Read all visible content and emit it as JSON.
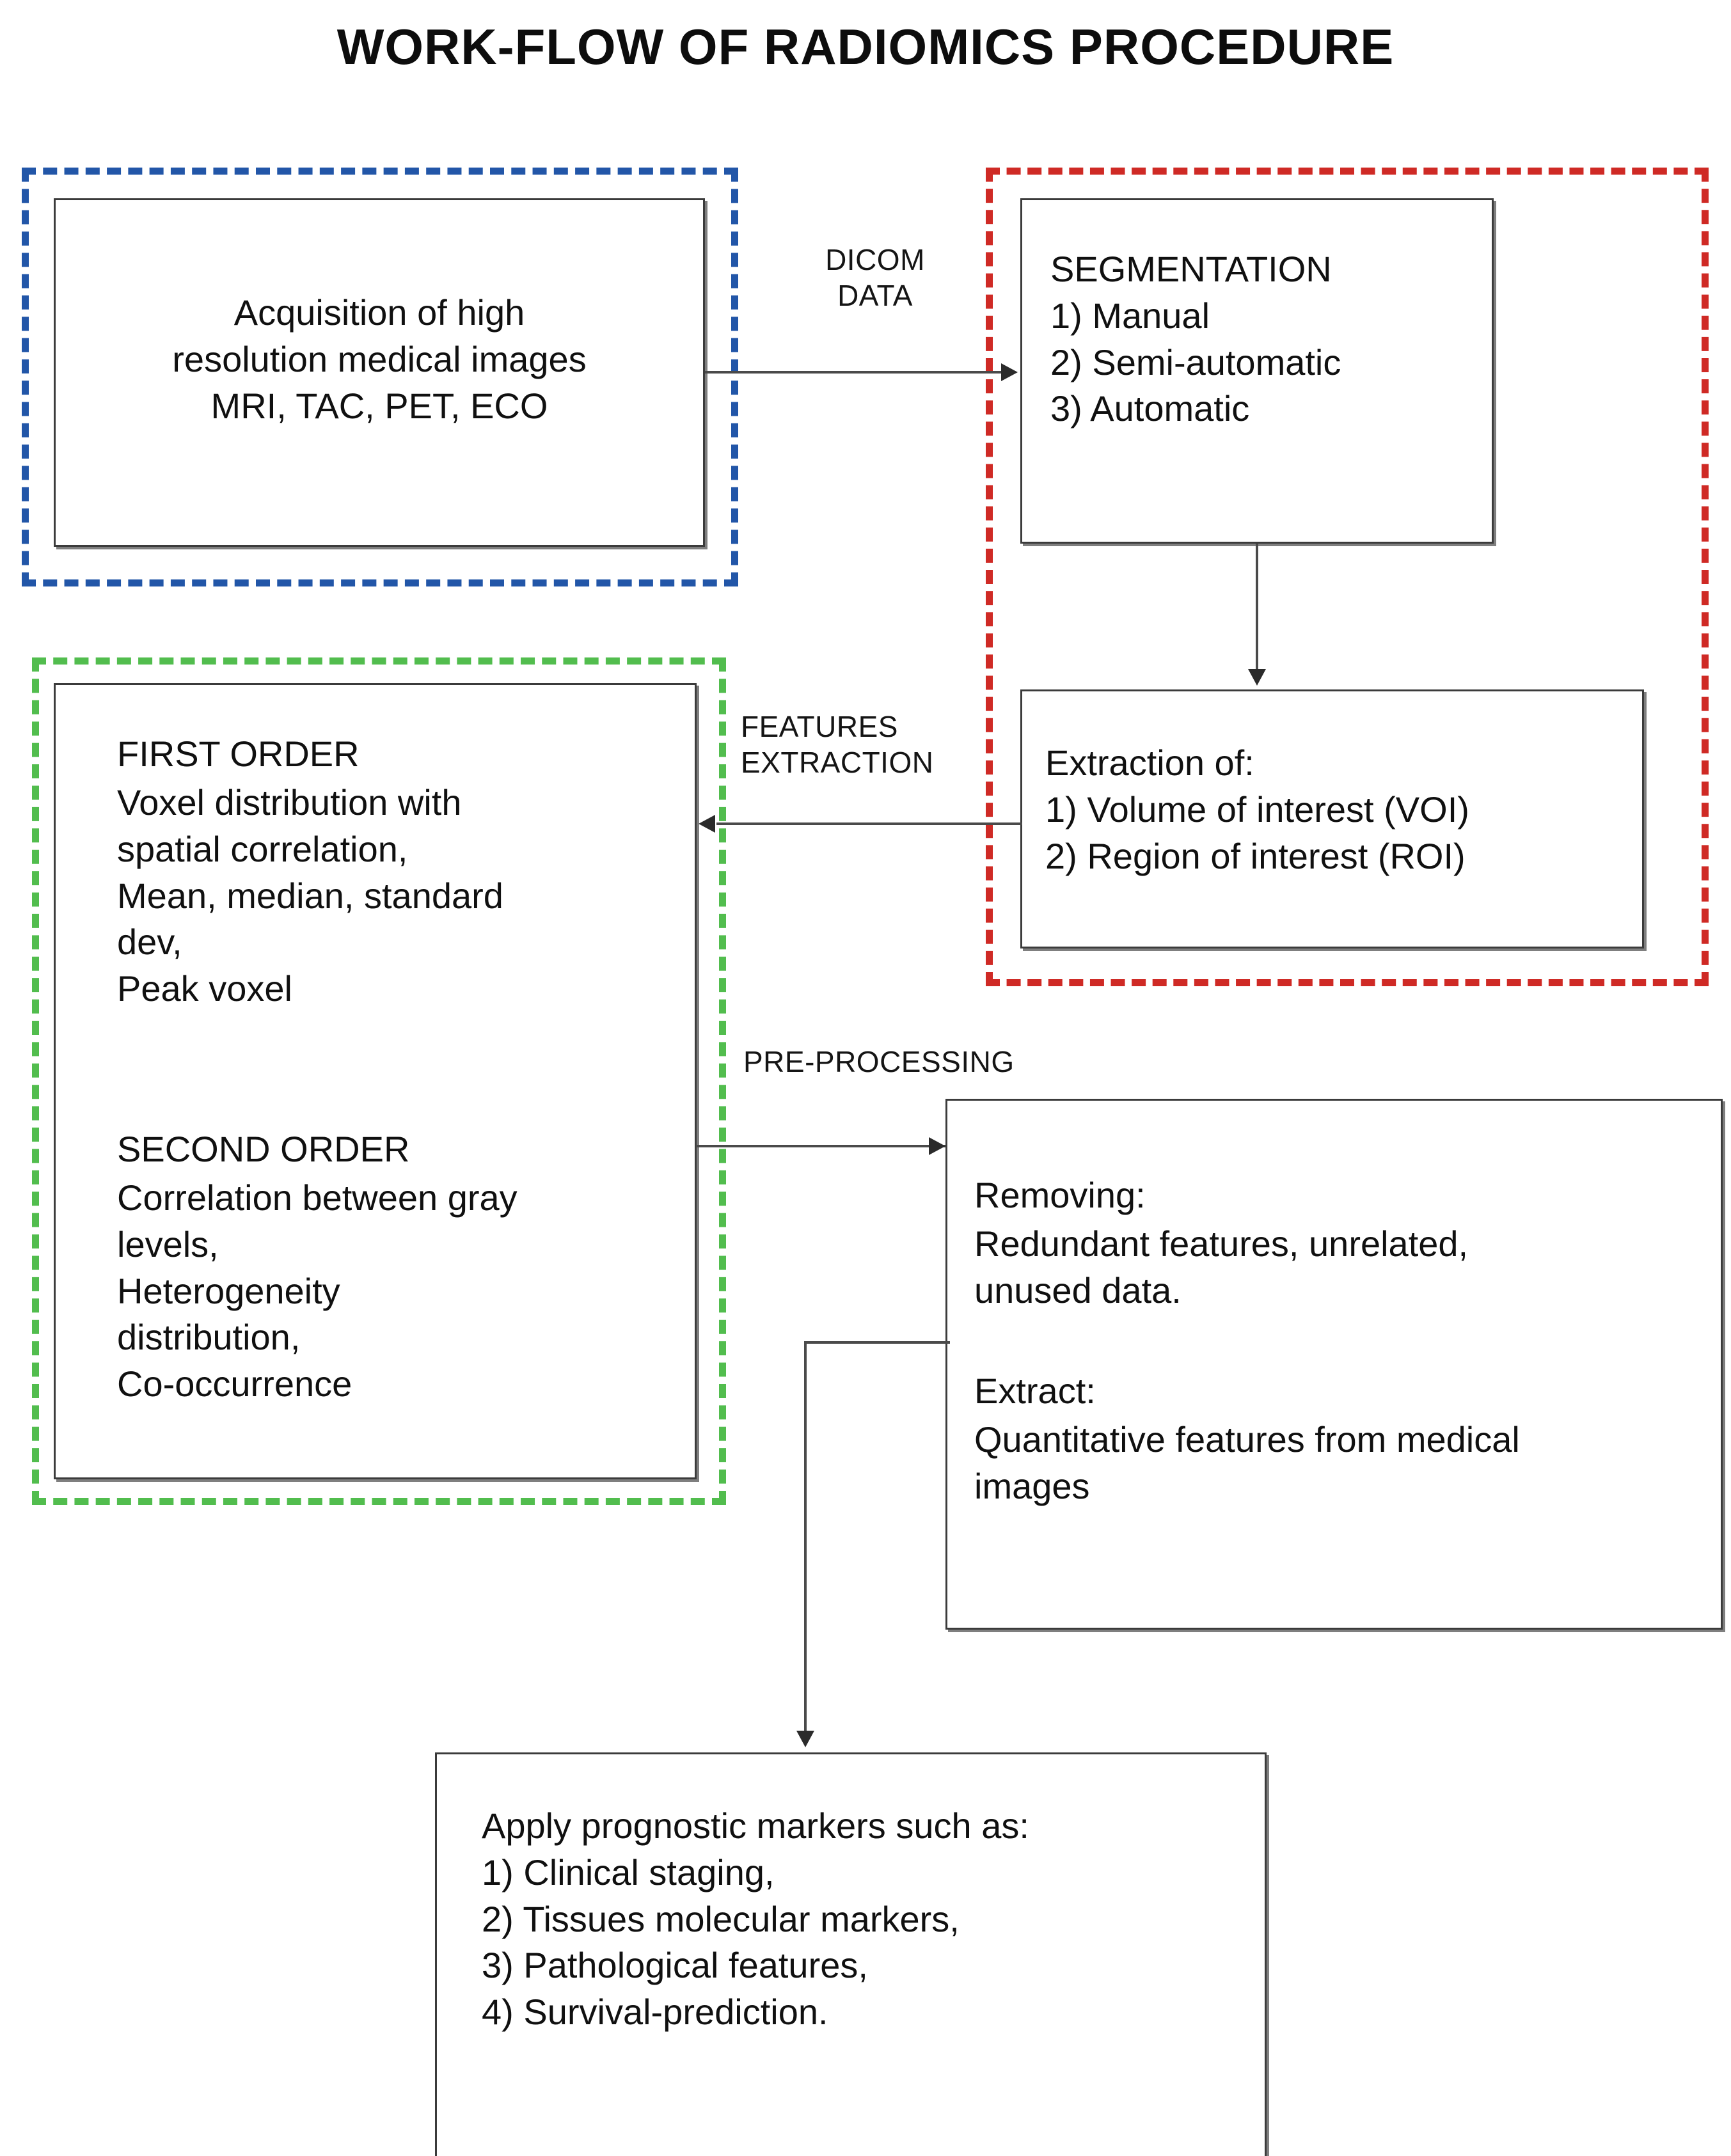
{
  "title": "WORK-FLOW OF RADIOMICS PROCEDURE",
  "groups": {
    "acquisition": {
      "color": "#2256a8"
    },
    "segmentation": {
      "color": "#cf2a25"
    },
    "features": {
      "color": "#52bd4e"
    }
  },
  "nodes": {
    "acquisition": {
      "text": "Acquisition of high\nresolution medical images\nMRI, TAC, PET, ECO"
    },
    "segmentation": {
      "text": "SEGMENTATION\n1) Manual\n2) Semi-automatic\n3) Automatic"
    },
    "extraction": {
      "text": "Extraction of:\n1) Volume of interest (VOI)\n2) Region of interest  (ROI)"
    },
    "first_order": {
      "heading": "FIRST ORDER",
      "text": "Voxel distribution with\nspatial correlation,\nMean, median, standard\ndev,\nPeak voxel"
    },
    "second_order": {
      "heading": "SECOND ORDER",
      "text": "Correlation between gray\nlevels,\nHeterogeneity\ndistribution,\nCo-occurrence"
    },
    "preprocessing": {
      "removing_heading": "Removing:",
      "removing_text": "Redundant features, unrelated,\nunused data.",
      "extract_heading": "Extract:",
      "extract_text": "Quantitative features from medical\nimages"
    },
    "prognostic": {
      "text": "Apply prognostic markers such as:\n1) Clinical staging,\n2) Tissues molecular markers,\n3) Pathological features,\n4) Survival-prediction."
    }
  },
  "edges": {
    "dicom": "DICOM\nDATA",
    "features_extraction": "FEATURES\nEXTRACTION",
    "pre_processing": "PRE-PROCESSING"
  }
}
